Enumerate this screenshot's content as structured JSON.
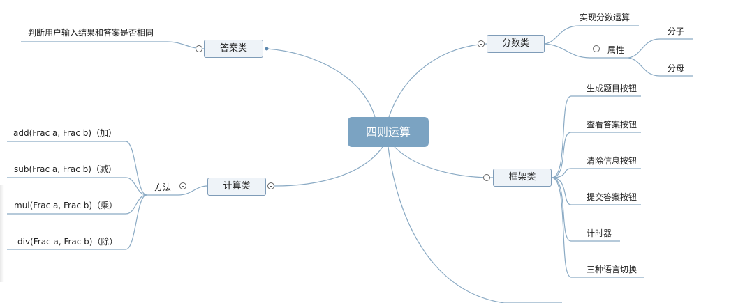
{
  "central": {
    "label": "四则运算"
  },
  "branches": {
    "answer": {
      "label": "答案类",
      "note": "判断用户输入结果和答案是否相同"
    },
    "fraction": {
      "label": "分数类",
      "item1": "实现分数运算",
      "attr": "属性",
      "numerator": "分子",
      "denominator": "分母"
    },
    "frame": {
      "label": "框架类",
      "items": [
        "生成题目按钮",
        "查看答案按钮",
        "清除信息按钮",
        "提交答案按钮",
        "计时器",
        "三种语言切换"
      ]
    },
    "calc": {
      "label": "计算类",
      "method": "方法",
      "items": [
        "add(Frac a, Frac b)（加）",
        "sub(Frac a, Frac b)（减）",
        "mul(Frac a, Frac b)（乘）",
        "div(Frac a, Frac b)（除）"
      ]
    }
  },
  "colors": {
    "line": "#8aaac4",
    "center": "#7ba3c2",
    "node_fill": "#eef3f8",
    "node_border": "#7f9cb8"
  }
}
